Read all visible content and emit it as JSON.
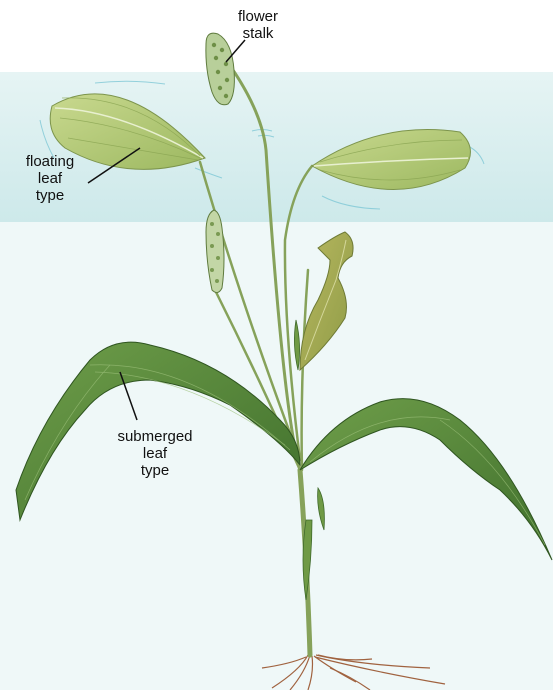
{
  "labels": {
    "flower_stalk": [
      "flower",
      "stalk"
    ],
    "floating_leaf": [
      "floating",
      "leaf",
      "type"
    ],
    "submerged_leaf": [
      "submerged",
      "leaf",
      "type"
    ]
  },
  "colors": {
    "background": "#ffffff",
    "water_surface_band": "#d3ecec",
    "water_body": "#eef8f8",
    "floating_leaf_fill": "#b9cc78",
    "submerged_leaf_fill": "#5b8f3e",
    "stem": "#86a25a",
    "flower_spike": "#b8cf9a",
    "roots": "#a0623f",
    "ripple": "#7fc8d6"
  }
}
